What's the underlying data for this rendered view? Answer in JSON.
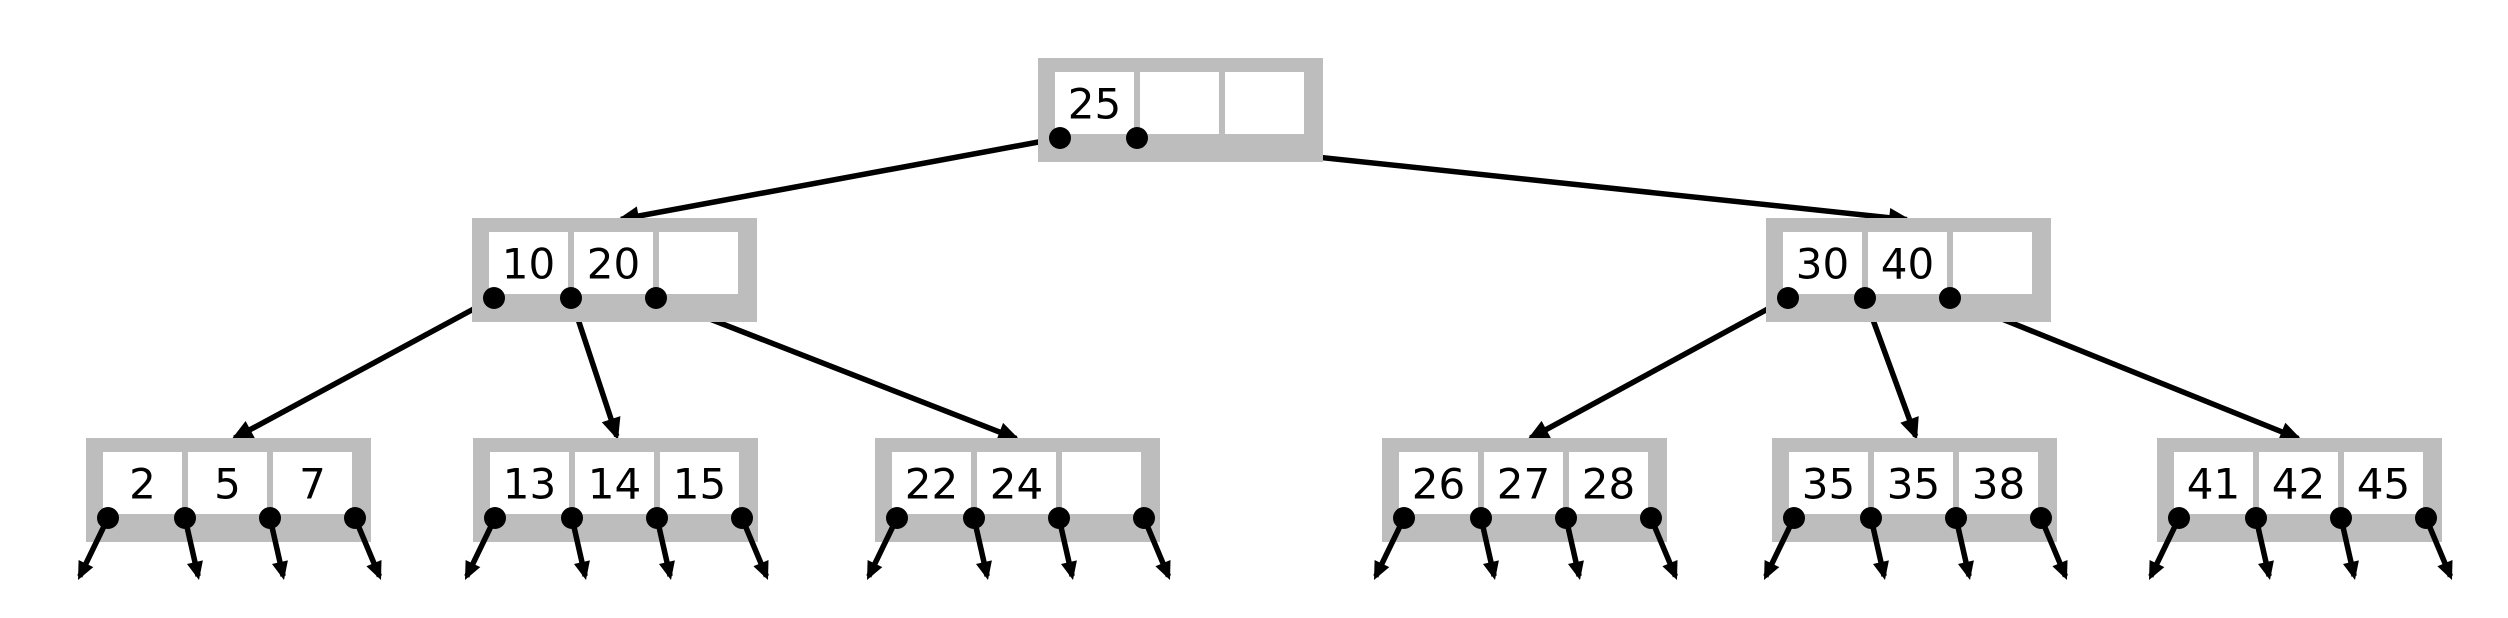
{
  "btree": {
    "root": {
      "keys": [
        "25",
        "",
        ""
      ]
    },
    "level1": [
      {
        "keys": [
          "10",
          "20",
          ""
        ]
      },
      {
        "keys": [
          "30",
          "40",
          ""
        ]
      }
    ],
    "leaves": [
      {
        "keys": [
          "2",
          "5",
          "7"
        ]
      },
      {
        "keys": [
          "13",
          "14",
          "15"
        ]
      },
      {
        "keys": [
          "22",
          "24",
          ""
        ]
      },
      {
        "keys": [
          "26",
          "27",
          "28"
        ]
      },
      {
        "keys": [
          "35",
          "35",
          "38"
        ]
      },
      {
        "keys": [
          "41",
          "42",
          "45"
        ]
      }
    ]
  },
  "colors": {
    "node_frame": "#bdbdbd",
    "cell": "#ffffff",
    "pointer": "#000000"
  }
}
